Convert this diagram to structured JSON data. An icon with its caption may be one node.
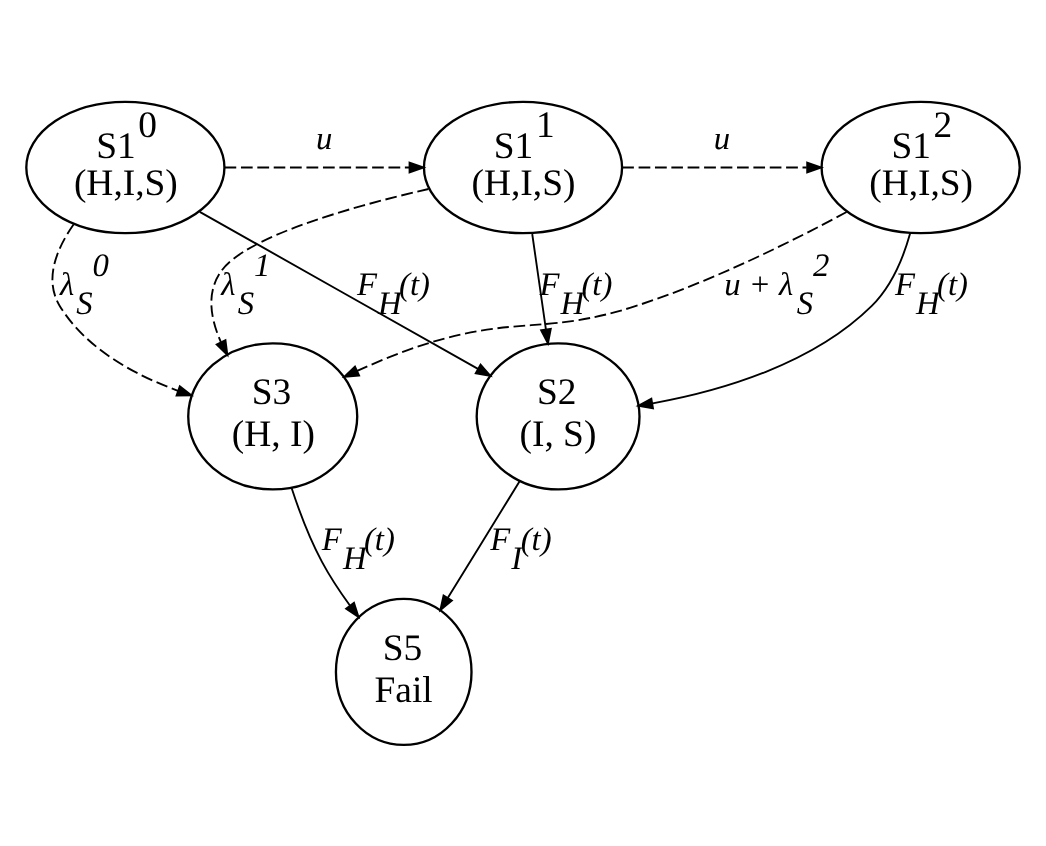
{
  "diagram": {
    "nodes": [
      {
        "text": [
          "S1$^{0}$",
          "(H,I,S)"
        ]
      },
      {
        "text": [
          "S1$^{1}$",
          "(H,I,S)"
        ]
      },
      {
        "text": [
          "S1$^{2}$",
          "(H,I,S)"
        ]
      },
      {
        "text": [
          "S2",
          "(I, S)"
        ]
      },
      {
        "text": [
          "S3",
          "(H, I)"
        ]
      },
      {
        "text": [
          "S5",
          "Fail"
        ]
      }
    ],
    "edges": [
      {
        "from": 0,
        "to": 1,
        "arrow": "to",
        "label": "u",
        "style": "dashed"
      },
      {
        "from": 1,
        "to": 2,
        "arrow": "to",
        "label": "u",
        "style": "dashed"
      },
      {
        "from": 0,
        "to": 3,
        "arrow": "to",
        "label": "F$_{H}$(t)"
      },
      {
        "from": 1,
        "to": 3,
        "arrow": "to",
        "label": "F$_{H}$(t)"
      },
      {
        "from": 2,
        "to": 3,
        "arrow": "to",
        "label": "F$_{H}$(t)"
      },
      {
        "from": 1,
        "to": 4,
        "arrow": "to",
        "label": "λ$_{S}$$^{1}$",
        "style": "dashed"
      },
      {
        "from": 2,
        "to": 4,
        "arrow": "to",
        "label": "u + λ$_{S}$$^{2}$",
        "style": "dashed"
      },
      {
        "from": 0,
        "to": 4,
        "arrow": "to",
        "label": "λ$_{S}$$^{0}$",
        "style": "dashed"
      },
      {
        "from": 4,
        "to": 5,
        "arrow": "to",
        "label": "F$_{H}$(t)"
      },
      {
        "from": 3,
        "to": 5,
        "arrow": "to",
        "label": "F$_{I}$(t)"
      }
    ]
  }
}
